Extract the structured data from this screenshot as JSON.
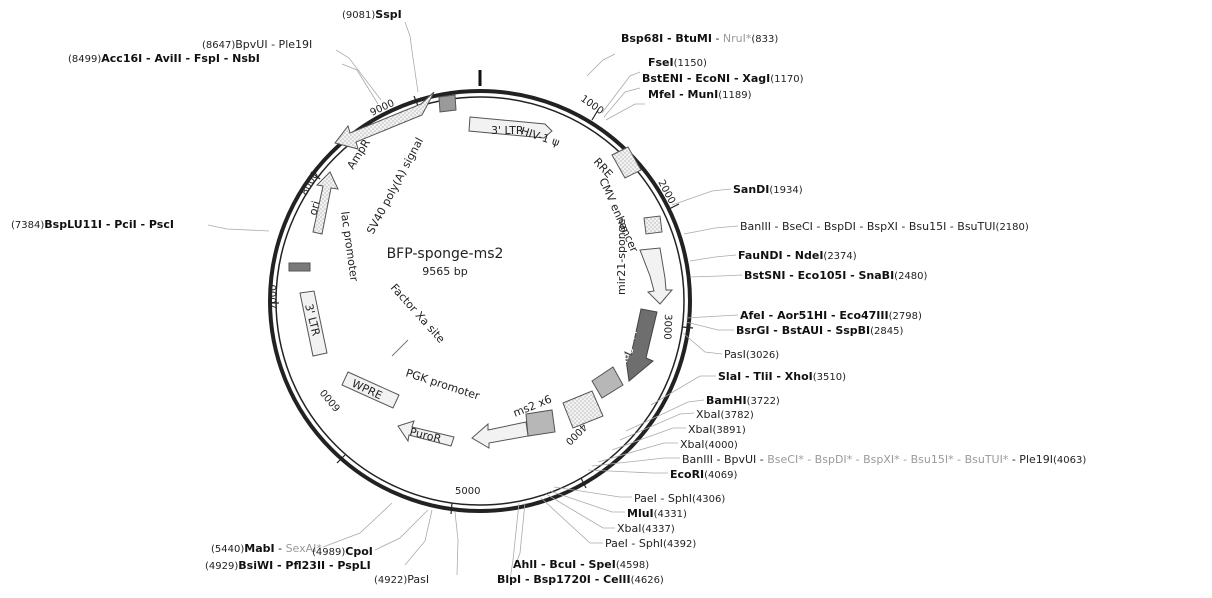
{
  "plasmid": {
    "name": "BFP-sponge-ms2",
    "size_label": "9565 bp",
    "length": 9565
  },
  "ticks": [
    "1000",
    "2000",
    "3000",
    "4000",
    "5000",
    "6000",
    "7000",
    "8000",
    "9000"
  ],
  "features": [
    {
      "id": "ltr3-top",
      "label": "3' LTR"
    },
    {
      "id": "hiv-psi",
      "label": "HIV-1 ψ"
    },
    {
      "id": "rre",
      "label": "RRE"
    },
    {
      "id": "cmv-enhancer",
      "label": "CMV enhancer"
    },
    {
      "id": "mir21-sponge",
      "label": "mir21-sponge"
    },
    {
      "id": "tagbfp",
      "label": "TagBFP"
    },
    {
      "id": "ms2x6",
      "label": "ms2 x6"
    },
    {
      "id": "pgk-promoter",
      "label": "PGK promoter"
    },
    {
      "id": "puror",
      "label": "PuroR"
    },
    {
      "id": "wpre",
      "label": "WPRE"
    },
    {
      "id": "factor-xa",
      "label": "Factor Xa site"
    },
    {
      "id": "ltr3-bottom",
      "label": "3' LTR"
    },
    {
      "id": "lac-promoter",
      "label": "lac promoter"
    },
    {
      "id": "ori",
      "label": "ori"
    },
    {
      "id": "sv40",
      "label": "SV40 poly(A) signal"
    },
    {
      "id": "ampr",
      "label": "AmpR"
    }
  ],
  "sites": [
    {
      "id": "sspi",
      "parts": [
        {
          "t": "SspI",
          "s": "b"
        }
      ],
      "pos": "(9081)"
    },
    {
      "id": "bpvui-ple19i",
      "parts": [
        {
          "t": "BpvUI - Ple19I",
          "s": "n"
        }
      ],
      "pos": "(8647)"
    },
    {
      "id": "acc16i",
      "parts": [
        {
          "t": "Acc16I - AviII - FspI - NsbI",
          "s": "b"
        }
      ],
      "pos": "(8499)"
    },
    {
      "id": "bsplu11i",
      "parts": [
        {
          "t": "BspLU11I - PciI - PscI",
          "s": "b"
        }
      ],
      "pos": "(7384)"
    },
    {
      "id": "mabi",
      "parts": [
        {
          "t": "MabI",
          "s": "b"
        },
        {
          "t": " - ",
          "s": "n"
        },
        {
          "t": "SexAI*",
          "s": "g"
        }
      ],
      "pos": "(5440)"
    },
    {
      "id": "cpoi",
      "parts": [
        {
          "t": "CpoI",
          "s": "b"
        }
      ],
      "pos": "(4989)"
    },
    {
      "id": "bsiwi",
      "parts": [
        {
          "t": "BsiWI - Pfl23II - PspLI",
          "s": "b"
        }
      ],
      "pos": "(4929)"
    },
    {
      "id": "pasi-4922",
      "parts": [
        {
          "t": "PasI",
          "s": "n"
        }
      ],
      "pos": "(4922)"
    },
    {
      "id": "bsp68i",
      "parts": [
        {
          "t": "Bsp68I - BtuMI",
          "s": "b"
        },
        {
          "t": " - ",
          "s": "n"
        },
        {
          "t": "NruI*",
          "s": "g"
        }
      ],
      "pos": "(833)"
    },
    {
      "id": "fsei",
      "parts": [
        {
          "t": "FseI",
          "s": "b"
        }
      ],
      "pos": "(1150)"
    },
    {
      "id": "bsteni",
      "parts": [
        {
          "t": "BstENI - EcoNI - XagI",
          "s": "b"
        }
      ],
      "pos": "(1170)"
    },
    {
      "id": "mfei",
      "parts": [
        {
          "t": "MfeI - MunI",
          "s": "b"
        }
      ],
      "pos": "(1189)"
    },
    {
      "id": "sandi",
      "parts": [
        {
          "t": "SanDI",
          "s": "b"
        }
      ],
      "pos": "(1934)"
    },
    {
      "id": "banii",
      "parts": [
        {
          "t": "BanIII - BseCI - BspDI - BspXI - Bsu15I - BsuTUI",
          "s": "n"
        }
      ],
      "pos": "(2180)"
    },
    {
      "id": "faundi",
      "parts": [
        {
          "t": "FauNDI - NdeI",
          "s": "b"
        }
      ],
      "pos": "(2374)"
    },
    {
      "id": "bstsni",
      "parts": [
        {
          "t": "BstSNI - Eco105I - SnaBI",
          "s": "b"
        }
      ],
      "pos": "(2480)"
    },
    {
      "id": "afei",
      "parts": [
        {
          "t": "AfeI - Aor51HI - Eco47III",
          "s": "b"
        }
      ],
      "pos": "(2798)"
    },
    {
      "id": "bsrgi",
      "parts": [
        {
          "t": "BsrGI - BstAUI - SspBI",
          "s": "b"
        }
      ],
      "pos": "(2845)"
    },
    {
      "id": "pasi-3026",
      "parts": [
        {
          "t": "PasI",
          "s": "n"
        }
      ],
      "pos": "(3026)"
    },
    {
      "id": "slai",
      "parts": [
        {
          "t": "SlaI - TliI - XhoI",
          "s": "b"
        }
      ],
      "pos": "(3510)"
    },
    {
      "id": "bamhi",
      "parts": [
        {
          "t": "BamHI",
          "s": "b"
        }
      ],
      "pos": "(3722)"
    },
    {
      "id": "xbai-3782",
      "parts": [
        {
          "t": "XbaI",
          "s": "n"
        }
      ],
      "pos": "(3782)"
    },
    {
      "id": "xbai-3891",
      "parts": [
        {
          "t": "XbaI",
          "s": "n"
        }
      ],
      "pos": "(3891)"
    },
    {
      "id": "xbai-4000",
      "parts": [
        {
          "t": "XbaI",
          "s": "n"
        }
      ],
      "pos": "(4000)"
    },
    {
      "id": "baniii-4063",
      "parts": [
        {
          "t": "BanIII - BpvUI - ",
          "s": "n"
        },
        {
          "t": "BseCI* - BspDI* - BspXI* - Bsu15I* - BsuTUI*",
          "s": "g"
        },
        {
          "t": " - Ple19I",
          "s": "n"
        }
      ],
      "pos": "(4063)"
    },
    {
      "id": "ecori",
      "parts": [
        {
          "t": "EcoRI",
          "s": "b"
        }
      ],
      "pos": "(4069)"
    },
    {
      "id": "paei-4306",
      "parts": [
        {
          "t": "PaeI - SphI",
          "s": "n"
        }
      ],
      "pos": "(4306)"
    },
    {
      "id": "mlui",
      "parts": [
        {
          "t": "MluI",
          "s": "b"
        }
      ],
      "pos": "(4331)"
    },
    {
      "id": "xbai-4337",
      "parts": [
        {
          "t": "XbaI",
          "s": "n"
        }
      ],
      "pos": "(4337)"
    },
    {
      "id": "paei-4392",
      "parts": [
        {
          "t": "PaeI - SphI",
          "s": "n"
        }
      ],
      "pos": "(4392)"
    },
    {
      "id": "ahli",
      "parts": [
        {
          "t": "AhlI - BcuI - SpeI",
          "s": "b"
        }
      ],
      "pos": "(4598)"
    },
    {
      "id": "blpi",
      "parts": [
        {
          "t": "BlpI - Bsp1720I - CelII",
          "s": "b"
        }
      ],
      "pos": "(4626)"
    }
  ]
}
